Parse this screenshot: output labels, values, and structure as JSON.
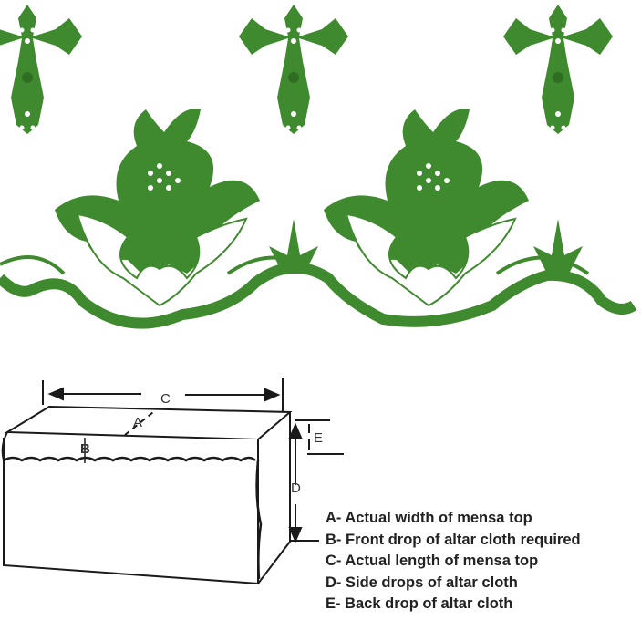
{
  "colors": {
    "embroidery": "#3f8a2e",
    "embroidery_dark": "#2f6e22",
    "line": "#1a1a1a"
  },
  "diagram": {
    "labels": {
      "a": "A",
      "b": "B",
      "c": "C",
      "d": "D",
      "e": "E"
    }
  },
  "legend": [
    "A- Actual width of mensa top",
    "B- Front drop of altar cloth required",
    "C- Actual length of mensa top",
    "D- Side drops of altar cloth",
    "E- Back drop of altar cloth"
  ]
}
